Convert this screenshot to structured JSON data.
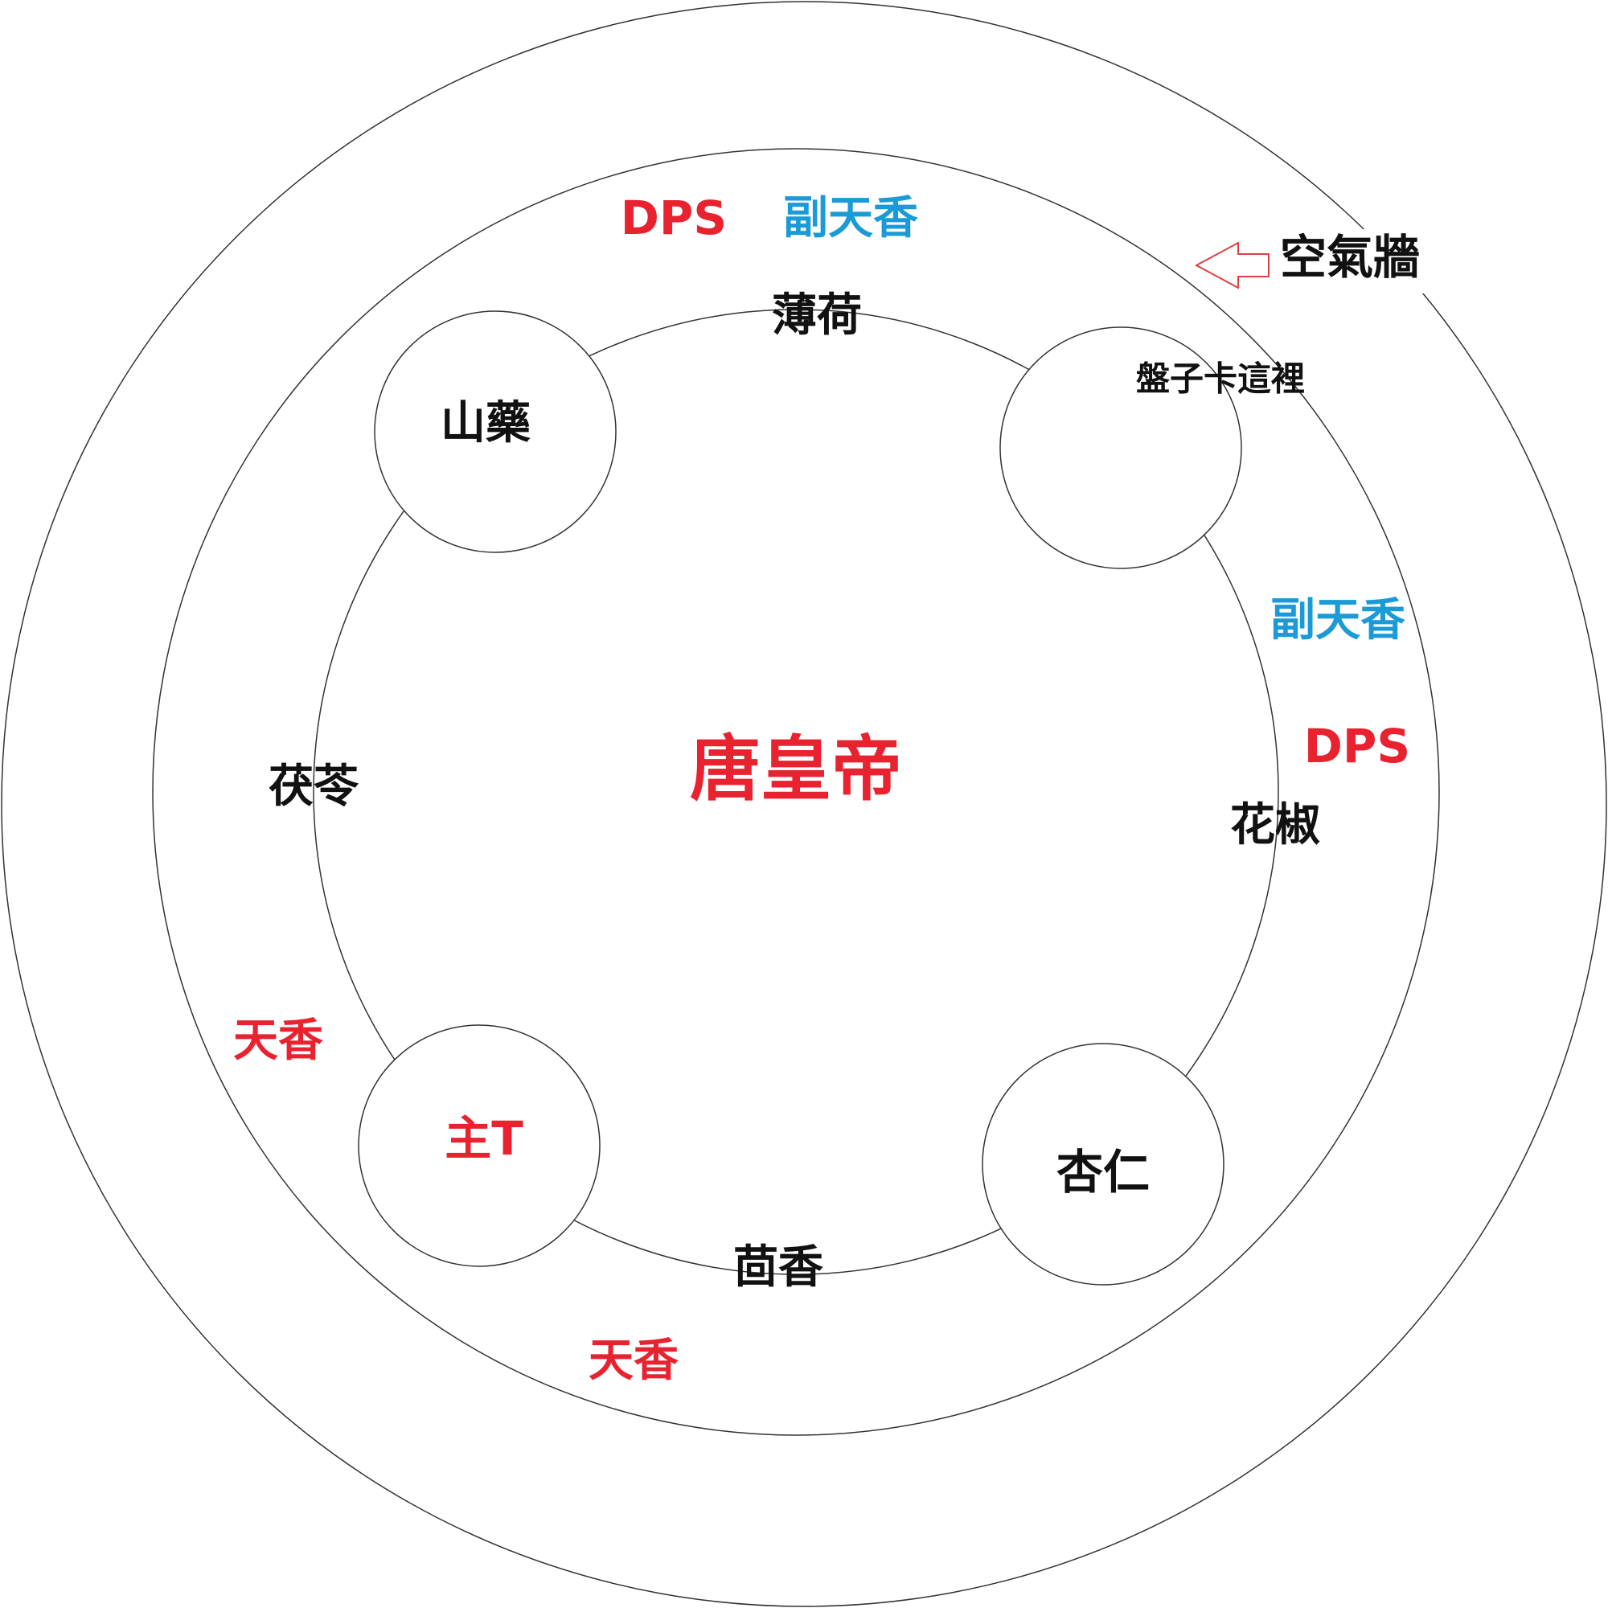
{
  "colors": {
    "black": "#111111",
    "red": "#e8222f",
    "blue": "#1a9bd7",
    "arrow": "#e04040",
    "line": "#333333"
  },
  "center_boss": "唐皇帝",
  "wall_label": "空氣牆",
  "wall_arrow_icon": "arrow-left-outline",
  "pillars": {
    "top_left": "山藥",
    "top_right_note": "盤子卡這裡",
    "bottom_left": "主T",
    "bottom_right": "杏仁"
  },
  "inner_ring_labels": {
    "top": "薄荷",
    "left": "茯苓",
    "right": "花椒",
    "bottom": "茴香"
  },
  "outer_ring_labels": {
    "top_dps": "DPS",
    "top_sub_healer": "副天香",
    "right_sub_healer": "副天香",
    "right_dps": "DPS",
    "left_healer": "天香",
    "bottom_healer": "天香"
  }
}
